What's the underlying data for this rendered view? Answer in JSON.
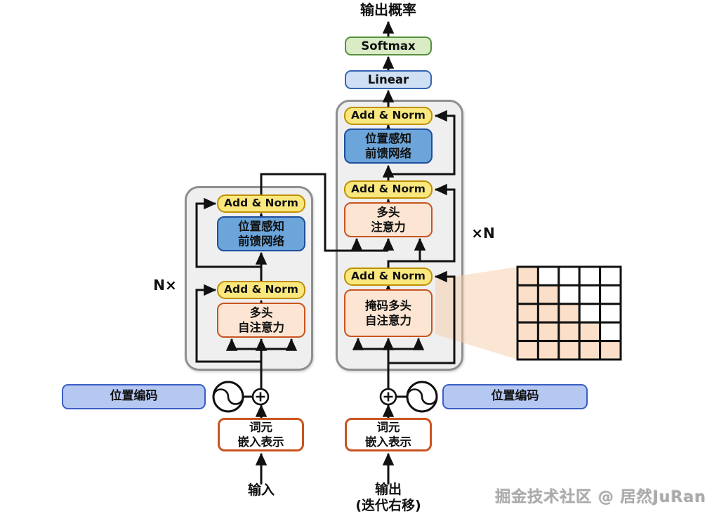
{
  "labels": {
    "output_prob": "输出概率",
    "softmax": "Softmax",
    "linear": "Linear",
    "add_norm": "Add & Norm",
    "ffn_1": "位置感知",
    "ffn_2": "前馈网络",
    "cross_1": "多头",
    "cross_2": "注意力",
    "masked_1": "掩码多头",
    "masked_2": "自注意力",
    "self_1": "多头",
    "self_2": "自注意力",
    "pos_encoding": "位置编码",
    "embed_1": "词元",
    "embed_2": "嵌入表示",
    "n_left": "N×",
    "n_right": "×N",
    "input": "输入",
    "output_1": "输出",
    "output_2": "(迭代右移)",
    "watermark": "掘金技术社区 @ 居然JuRan"
  },
  "icons": {
    "sine_icon": "positional-encoding-sine-wave",
    "plus_icon": "circled-plus-add"
  },
  "mask_matrix": [
    [
      1,
      0,
      0,
      0,
      0
    ],
    [
      1,
      1,
      0,
      0,
      0
    ],
    [
      1,
      1,
      1,
      0,
      0
    ],
    [
      1,
      1,
      1,
      1,
      0
    ],
    [
      1,
      1,
      1,
      1,
      1
    ]
  ],
  "colors": {
    "container_fill": "#efeff0",
    "container_border": "#8f8f8f",
    "yellow_fill": "#fae87e",
    "yellow_border": "#bf9000",
    "blue_fill": "#6ba5da",
    "blue_border": "#1f4e9d",
    "orange_fill": "#fce6d3",
    "orange_border": "#c9541f",
    "green_fill": "#d9ecc6",
    "green_border": "#55903c",
    "lblue_fill": "#cfdff4",
    "lblue_border": "#3565b5",
    "peri_fill": "#b5c8f2",
    "peri_border": "#3b5ec4",
    "mask_fill": "#fbdfc9",
    "funnel": "#f7cda8",
    "line": "#111111"
  }
}
